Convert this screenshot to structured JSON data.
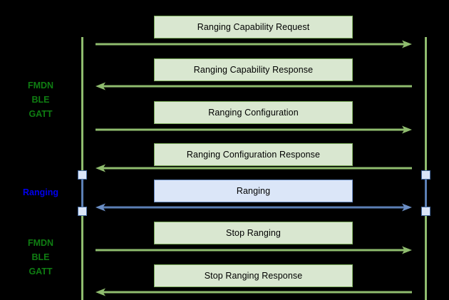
{
  "diagram": {
    "type": "uml-sequence",
    "title": "",
    "background_color": "#000000",
    "colors": {
      "green_line": "#8fbc6e",
      "green_fill": "#d9e7d0",
      "green_border": "#7fb05e",
      "green_label": "#0f7d12",
      "blue_line": "#5b7fb5",
      "blue_fill": "#dbe6f8",
      "blue_border": "#6b8ec4",
      "blue_label": "#0000ee",
      "text": "#000000"
    }
  },
  "lifelines": [
    {
      "name": "left-lifeline",
      "color": "#8fbc6e"
    },
    {
      "name": "right-lifeline",
      "color": "#8fbc6e"
    }
  ],
  "activations": [
    {
      "name": "left-ranging-activation",
      "color": "#5b7fb5"
    },
    {
      "name": "right-ranging-activation",
      "color": "#5b7fb5"
    }
  ],
  "captions": [
    {
      "text": "FMDN\nBLE\nGATT",
      "color": "#0f7d12"
    },
    {
      "text": "Ranging",
      "color": "#0000ee"
    },
    {
      "text": "FMDN\nBLE\nGATT",
      "color": "#0f7d12"
    }
  ],
  "messages": [
    {
      "label": "Ranging Capability Request",
      "direction": "right",
      "arrowhead": true,
      "style": "green"
    },
    {
      "label": "Ranging Capability Response",
      "direction": "left",
      "arrowhead": true,
      "style": "green"
    },
    {
      "label": "Ranging Configuration",
      "direction": "right",
      "arrowhead": true,
      "style": "green"
    },
    {
      "label": "Ranging Configuration Response",
      "direction": "left",
      "arrowhead": true,
      "style": "green"
    },
    {
      "label": "Ranging",
      "direction": "both",
      "arrowhead": true,
      "style": "blue"
    },
    {
      "label": "Stop Ranging",
      "direction": "right",
      "arrowhead": true,
      "style": "green"
    },
    {
      "label": "Stop Ranging Response",
      "direction": "left",
      "arrowhead": true,
      "style": "green"
    }
  ]
}
